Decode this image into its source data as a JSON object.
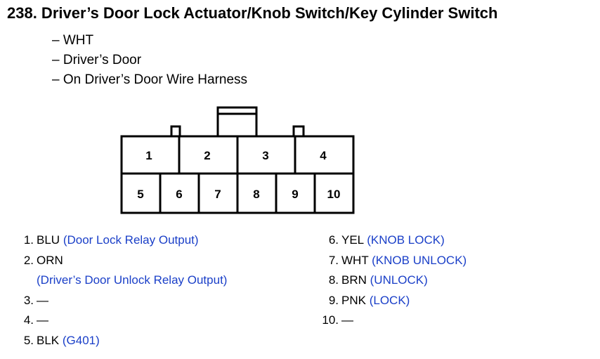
{
  "title": "238. Driver’s Door Lock Actuator/Knob Switch/Key Cylinder Switch",
  "subtitles": [
    "– WHT",
    "– Driver’s Door",
    "– On Driver’s Door Wire Harness"
  ],
  "connector": {
    "top_row": [
      "1",
      "2",
      "3",
      "4"
    ],
    "bottom_row": [
      "5",
      "6",
      "7",
      "8",
      "9",
      "10"
    ]
  },
  "pins_left": [
    {
      "num": "1.",
      "color": "BLU",
      "desc": "(Door Lock Relay Output)"
    },
    {
      "num": "2.",
      "color": "ORN",
      "desc": "(Driver’s Door Unlock Relay Output)"
    },
    {
      "num": "3.",
      "color": "—",
      "desc": ""
    },
    {
      "num": "4.",
      "color": "—",
      "desc": ""
    },
    {
      "num": "5.",
      "color": "BLK",
      "desc": "(G401)"
    }
  ],
  "pins_right": [
    {
      "num": "6.",
      "color": "YEL",
      "desc": "(KNOB LOCK)"
    },
    {
      "num": "7.",
      "color": "WHT",
      "desc": "(KNOB UNLOCK)"
    },
    {
      "num": "8.",
      "color": "BRN",
      "desc": "(UNLOCK)"
    },
    {
      "num": "9.",
      "color": "PNK",
      "desc": "(LOCK)"
    },
    {
      "num": "10.",
      "color": "—",
      "desc": ""
    }
  ]
}
